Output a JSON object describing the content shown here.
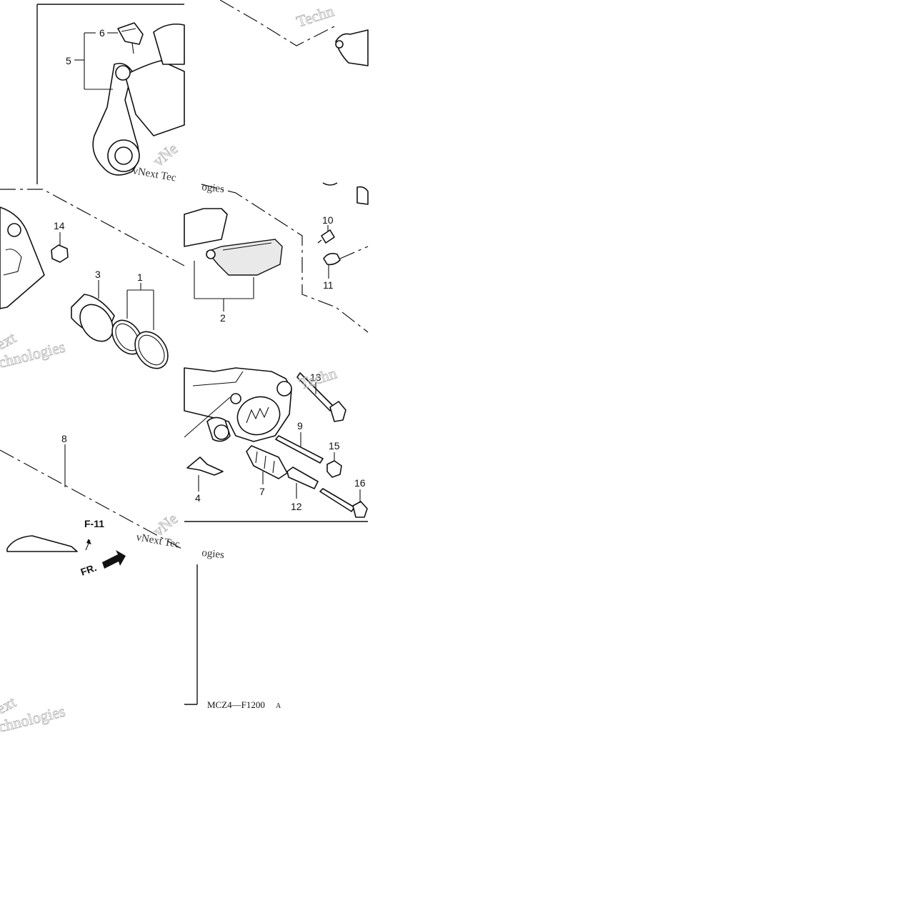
{
  "diagram": {
    "callouts": [
      "1",
      "2",
      "3",
      "4",
      "5",
      "6",
      "7",
      "8",
      "9",
      "10",
      "11",
      "12",
      "13",
      "14",
      "15",
      "16"
    ],
    "refs": {
      "f11": "F-11",
      "fr": "FR."
    },
    "drawing_code": "MCZ4—F1200",
    "drawing_suffix": "A",
    "watermarks": [
      "Techn",
      "vNe",
      "vNext Tec",
      "ogies",
      "ext",
      "chnologies",
      "Techn",
      "vNe",
      "vNext Tec",
      "ogies",
      "ext",
      "chnologies"
    ]
  }
}
